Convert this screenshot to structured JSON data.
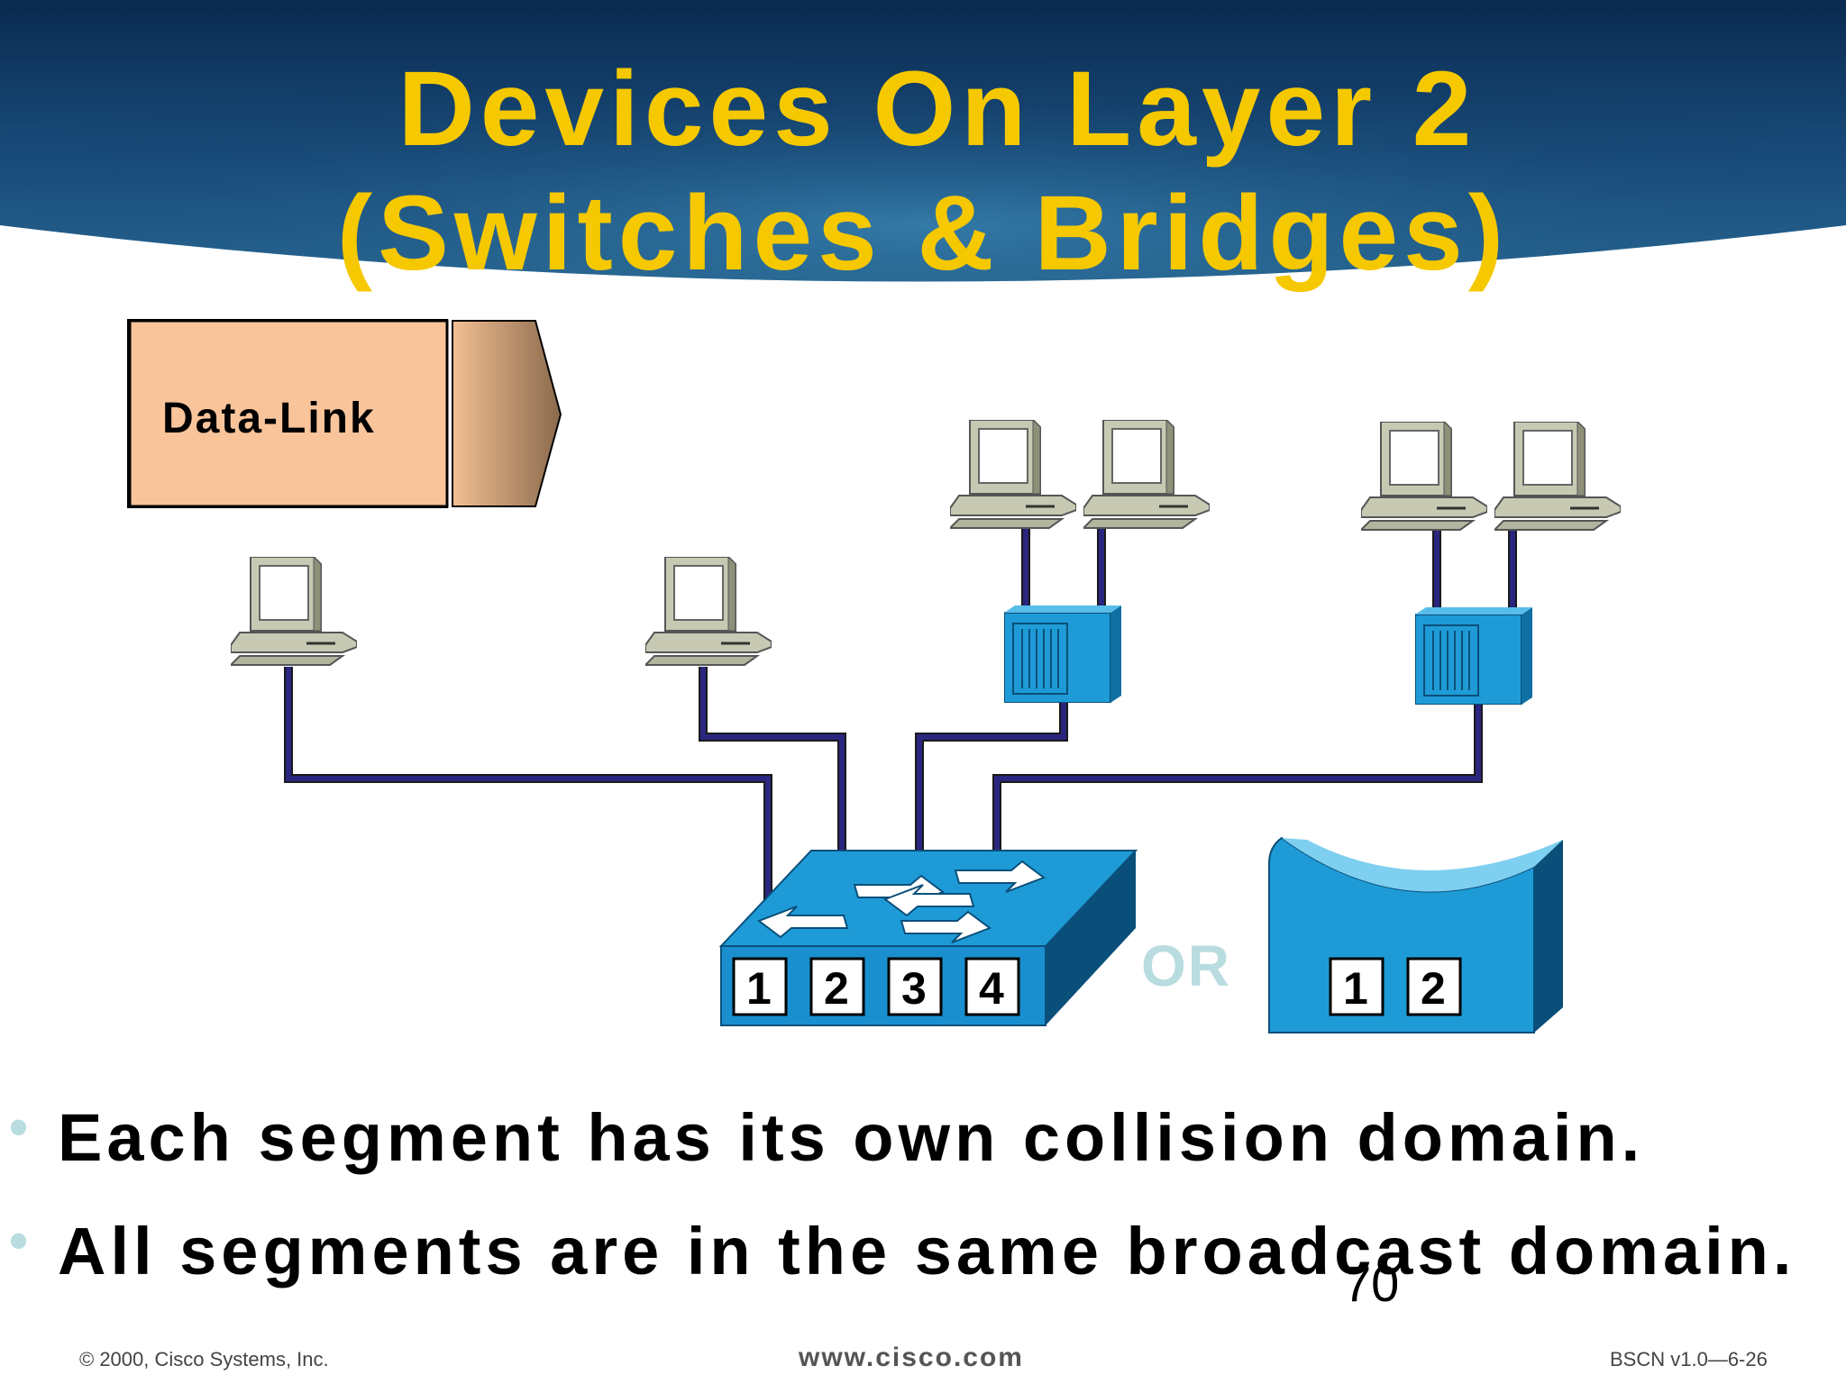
{
  "slide": {
    "title_line1": "Devices On Layer 2",
    "title_line2": "(Switches & Bridges)"
  },
  "diagram": {
    "layer_label": "Data-Link",
    "switch_ports": [
      "1",
      "2",
      "3",
      "4"
    ],
    "or_label": "OR",
    "bridge_ports": [
      "1",
      "2"
    ],
    "icons": [
      "workstation-icon",
      "hub-icon",
      "switch-icon",
      "bridge-icon"
    ]
  },
  "bullets": [
    "Each segment has its own collision domain.",
    "All segments are in the same broadcast domain."
  ],
  "page_number": "70",
  "footer": {
    "copyright": "© 2000, Cisco Systems, Inc.",
    "url": "www.cisco.com",
    "course": "BSCN v1.0—6-26"
  },
  "colors": {
    "title": "#f5c800",
    "header_dark": "#0c2f57",
    "header_mid": "#1c5688",
    "device_blue": "#1e9bd7",
    "cable": "#2a2680",
    "layer_box": "#f9c49a",
    "or_text": "#b8dce0"
  }
}
